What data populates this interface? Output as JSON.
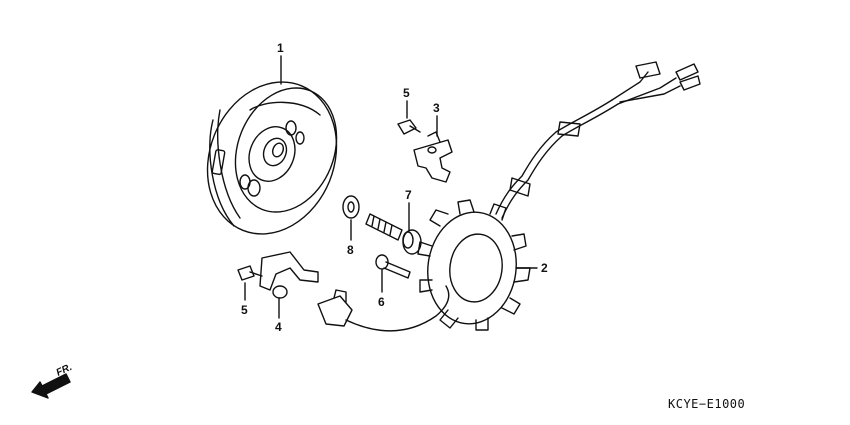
{
  "diagram": {
    "callouts": {
      "part1": "1",
      "part2": "2",
      "part3": "3",
      "part4": "4",
      "part5a": "5",
      "part5b": "5",
      "part6": "6",
      "part7": "7",
      "part8": "8"
    },
    "direction_label": "FR.",
    "diagram_code": "KCYE−E1000",
    "line_color": "#111111"
  }
}
